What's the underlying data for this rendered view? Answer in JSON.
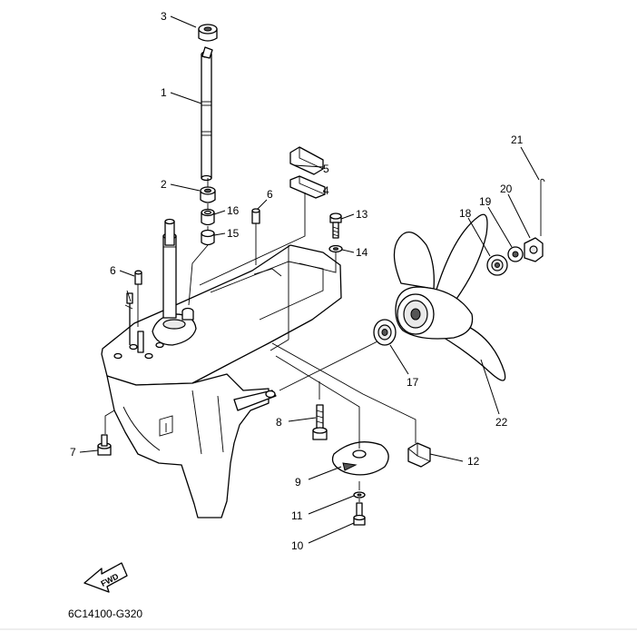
{
  "diagram": {
    "drawing_code": "6C14100-G320",
    "fwd_label": "FWD",
    "callouts": [
      {
        "id": "3",
        "label": "3"
      },
      {
        "id": "1",
        "label": "1"
      },
      {
        "id": "2",
        "label": "2"
      },
      {
        "id": "16",
        "label": "16"
      },
      {
        "id": "15",
        "label": "15"
      },
      {
        "id": "6a",
        "label": "6"
      },
      {
        "id": "6b",
        "label": "6"
      },
      {
        "id": "5",
        "label": "5"
      },
      {
        "id": "4",
        "label": "4"
      },
      {
        "id": "13",
        "label": "13"
      },
      {
        "id": "14",
        "label": "14"
      },
      {
        "id": "21",
        "label": "21"
      },
      {
        "id": "20",
        "label": "20"
      },
      {
        "id": "19",
        "label": "19"
      },
      {
        "id": "18",
        "label": "18"
      },
      {
        "id": "17",
        "label": "17"
      },
      {
        "id": "22",
        "label": "22"
      },
      {
        "id": "8",
        "label": "8"
      },
      {
        "id": "7",
        "label": "7"
      },
      {
        "id": "12",
        "label": "12"
      },
      {
        "id": "9",
        "label": "9"
      },
      {
        "id": "11",
        "label": "11"
      },
      {
        "id": "10",
        "label": "10"
      }
    ]
  }
}
